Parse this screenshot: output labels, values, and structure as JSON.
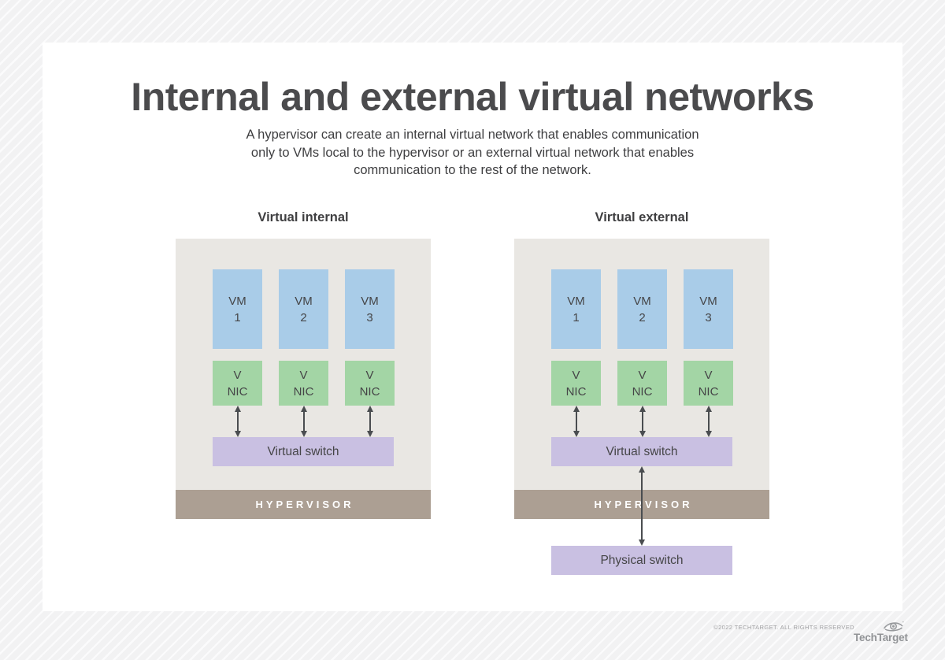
{
  "colors": {
    "vm_blue": "#a9cce8",
    "nic_green": "#a3d5a5",
    "switch_purple": "#c9c0e2",
    "hypervisor_taupe": "#ac9f93",
    "panel_gray": "#e9e7e3",
    "title_gray": "#4b4b4d",
    "arrow_gray": "#4a4d50",
    "footer_gray": "#a2a2a4"
  },
  "header": {
    "title": "Internal and external virtual networks",
    "subtitle_lines": [
      "A hypervisor can create an internal virtual network that enables communication",
      "only to VMs local to the hypervisor or an external virtual network that enables",
      "communication to the rest of the network."
    ]
  },
  "diagrams": {
    "internal": {
      "title": "Virtual internal",
      "vms": [
        [
          "VM",
          "1"
        ],
        [
          "VM",
          "2"
        ],
        [
          "VM",
          "3"
        ]
      ],
      "nics": [
        [
          "V",
          "NIC"
        ],
        [
          "V",
          "NIC"
        ],
        [
          "V",
          "NIC"
        ]
      ],
      "virtual_switch": "Virtual switch",
      "hypervisor": "HYPERVISOR"
    },
    "external": {
      "title": "Virtual external",
      "vms": [
        [
          "VM",
          "1"
        ],
        [
          "VM",
          "2"
        ],
        [
          "VM",
          "3"
        ]
      ],
      "nics": [
        [
          "V",
          "NIC"
        ],
        [
          "V",
          "NIC"
        ],
        [
          "V",
          "NIC"
        ]
      ],
      "virtual_switch": "Virtual switch",
      "hypervisor": "HYPERVISOR",
      "physical_switch": "Physical switch"
    }
  },
  "footer": {
    "copyright": "©2022 TECHTARGET. ALL RIGHTS RESERVED",
    "logo_text": "TechTarget"
  }
}
